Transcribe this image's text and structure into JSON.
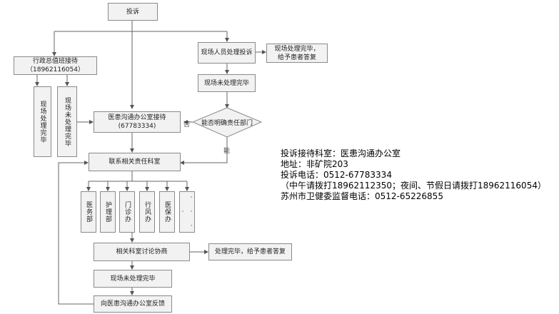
{
  "nodes": {
    "complaint": "投诉",
    "admin_line1": "行政总值班接待",
    "admin_line2": "（18962116054）",
    "v_done": "现场处理完毕",
    "v_notdone": "现场未处理完毕",
    "onsite": "现场人员处理投诉",
    "onsite_done_line1": "现场处理完毕，",
    "onsite_done_line2": "给予患者答复",
    "onsite_notdone": "现场未处理完毕",
    "decision": "能否明确责任部门",
    "office_line1": "医患沟通办公室接待",
    "office_line2": "(67783334)",
    "contact": "联系相关责任科室",
    "dept_medical": "医务部",
    "dept_nursing": "护理部",
    "dept_clinic": "门诊办",
    "dept_conduct": "行风办",
    "dept_insurance": "医保办",
    "dept_more": "· · · ·",
    "discuss": "相关科室讨论协商",
    "discuss_done": "处理完毕，给予患者答复",
    "final_notdone": "现场未处理完毕",
    "feedback": "向医患沟通办公室反馈"
  },
  "edge_labels": {
    "no": "否",
    "yes": "能"
  },
  "info": {
    "line1": "投诉接待科室：医患沟通办公室",
    "line2": "地址：非矿院203",
    "line3": "投诉电话：0512-67783334",
    "line4": "（中午请拨打18962112350；夜间、节假日请拨打18962116054）",
    "line5": "苏州市卫健委监督电话：0512-65226855"
  }
}
